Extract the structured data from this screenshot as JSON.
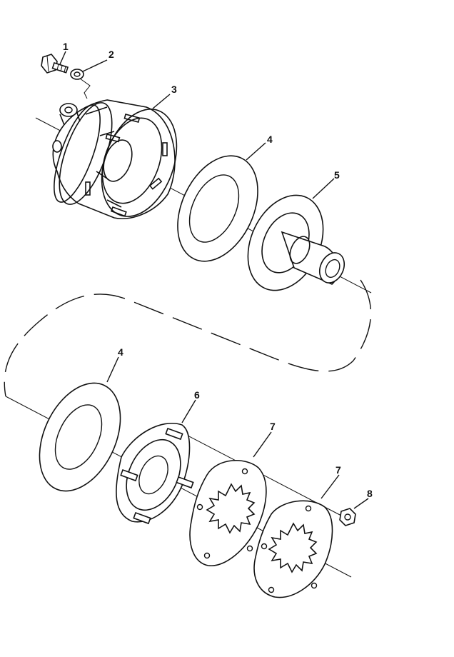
{
  "callouts": [
    {
      "id": "1",
      "label": "1"
    },
    {
      "id": "2",
      "label": "2"
    },
    {
      "id": "3",
      "label": "3"
    },
    {
      "id": "4a",
      "label": "4"
    },
    {
      "id": "5",
      "label": "5"
    },
    {
      "id": "4b",
      "label": "4"
    },
    {
      "id": "6",
      "label": "6"
    },
    {
      "id": "7a",
      "label": "7"
    },
    {
      "id": "7b",
      "label": "7"
    },
    {
      "id": "8",
      "label": "8"
    }
  ]
}
